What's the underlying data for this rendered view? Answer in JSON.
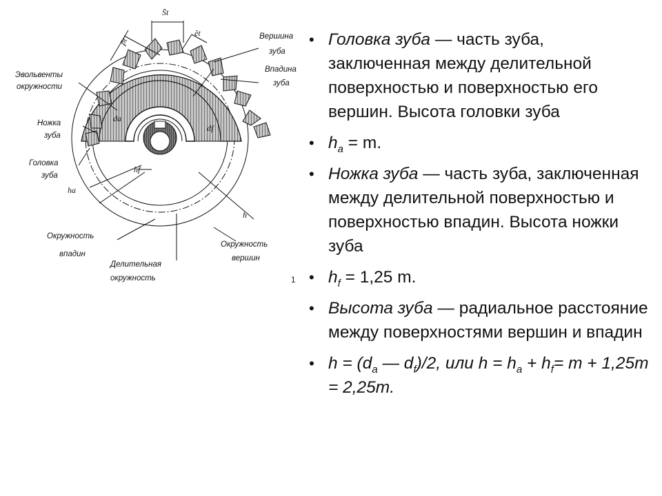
{
  "diagram": {
    "labels": {
      "s_t": "S̄t",
      "p_t": "p̄t",
      "e_t": "ēt",
      "vershina_1": "Вершина",
      "vershina_2": "зуба",
      "vpadina_1": "Впадина",
      "vpadina_2": "зуба",
      "evolventy_1": "Эвольвенты",
      "evolventy_2": "окружности",
      "nozhka_1": "Ножка",
      "nozhka_2": "зуба",
      "golovka_1": "Головка",
      "golovka_2": "зуба",
      "d_a": "da",
      "d_f": "df",
      "h_f": "hf",
      "h_a": "ha",
      "h": "h",
      "okr_vpadin_1": "Окружность",
      "okr_vpadin_2": "впадин",
      "okr_vershin_1": "Окружность",
      "okr_vershin_2": "вершин",
      "delit_1": "Делительная",
      "delit_2": "окружность",
      "page_mark": "1"
    }
  },
  "bullets": [
    {
      "italic": "Головка зуба",
      "rest": " — часть зуба, заключенная между делительной поверхностью и поверхностью его вершин. Высота головки зуба"
    },
    {
      "pre": "h",
      "sub": "a",
      "post": " = m."
    },
    {
      "italic": "Ножка зуба",
      "rest": " — часть зуба, заключенная между делительной поверхностью и поверхностью впадин. Высота ножки зуба"
    },
    {
      "pre": "h",
      "sub": "f",
      "post": " = 1,25 m."
    },
    {
      "italic": "Высота зуба",
      "rest": " — радиальное расстояние между поверхностями вершин и впадин"
    },
    {
      "formula": "h = (d",
      "sub1": "a",
      "mid": " — d",
      "sub2": "f",
      "tail": ")/2, или h = h",
      "sub3": "a",
      "plus": " + h",
      "sub4": "f",
      "end": "= m + 1,25m = 2,25m."
    }
  ]
}
